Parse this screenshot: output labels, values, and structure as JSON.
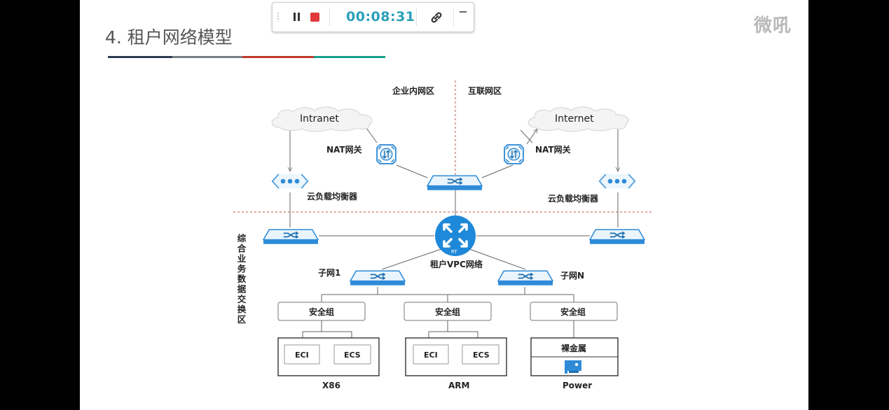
{
  "slide": {
    "title": "4. 租户网络模型",
    "title_rule_colors": [
      "#2f3b52",
      "#7a7f86",
      "#c0392b",
      "#16a08c"
    ],
    "watermark": "微吼",
    "accent_color": "#2e8bd8"
  },
  "recorder": {
    "timer": "00:08:31",
    "pause_icon": "pause-icon",
    "stop_icon": "stop-icon",
    "link_icon": "link-icon",
    "minimize_icon": "minimize-icon",
    "stop_color": "#e03a3a",
    "timer_color": "#2aa0b8"
  },
  "diagram": {
    "zone_enterprise": "企业内网区",
    "zone_internet": "互联网区",
    "cloud_left": "Intranet",
    "cloud_right": "Internet",
    "nat_left": "NAT网关",
    "nat_right": "NAT网关",
    "lb_left": "云负载均衡器",
    "lb_right": "云负载均衡器",
    "router_badge": "RT",
    "vpc_label": "租户VPC网络",
    "subnet_1": "子网1",
    "subnet_n": "子网N",
    "vertical_zone": "综合业务数据交换区",
    "sg_1": "安全组",
    "sg_2": "安全组",
    "sg_3": "安全组",
    "box1_eci": "ECI",
    "box1_ecs": "ECS",
    "box2_eci": "ECI",
    "box2_ecs": "ECS",
    "box3_title": "裸金属",
    "label_x86": "X86",
    "label_arm": "ARM",
    "label_power": "Power"
  }
}
